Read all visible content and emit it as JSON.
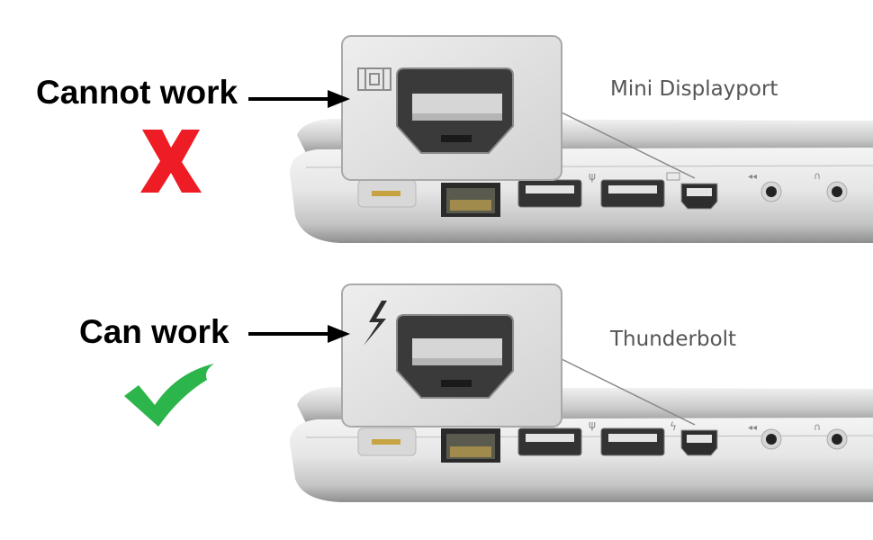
{
  "rows": [
    {
      "status_label": "Cannot work",
      "port_name": "Mini Displayport",
      "port_icon": "displayport-icon",
      "status_icon": "red-x-icon",
      "status_color": "#ee1c24"
    },
    {
      "status_label": "Can work",
      "port_name": "Thunderbolt",
      "port_icon": "thunderbolt-icon",
      "status_icon": "green-check-icon",
      "status_color": "#2cb54a"
    }
  ]
}
